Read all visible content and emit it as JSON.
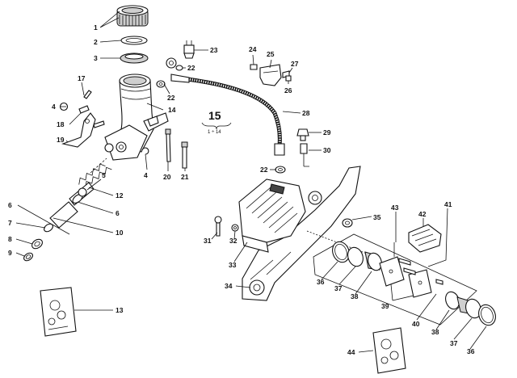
{
  "diagram": {
    "assembly_ref": {
      "number": "15",
      "range": "1 ÷ 14"
    },
    "callouts": [
      {
        "id": "c1",
        "label": "1"
      },
      {
        "id": "c2",
        "label": "2"
      },
      {
        "id": "c3",
        "label": "3"
      },
      {
        "id": "c4a",
        "label": "4"
      },
      {
        "id": "c4b",
        "label": "4"
      },
      {
        "id": "c5",
        "label": "5"
      },
      {
        "id": "c6a",
        "label": "6"
      },
      {
        "id": "c6b",
        "label": "6"
      },
      {
        "id": "c7",
        "label": "7"
      },
      {
        "id": "c8",
        "label": "8"
      },
      {
        "id": "c9",
        "label": "9"
      },
      {
        "id": "c10",
        "label": "10"
      },
      {
        "id": "c12",
        "label": "12"
      },
      {
        "id": "c13",
        "label": "13"
      },
      {
        "id": "c14",
        "label": "14"
      },
      {
        "id": "c17",
        "label": "17"
      },
      {
        "id": "c18",
        "label": "18"
      },
      {
        "id": "c19",
        "label": "19"
      },
      {
        "id": "c20",
        "label": "20"
      },
      {
        "id": "c21",
        "label": "21"
      },
      {
        "id": "c22a",
        "label": "22"
      },
      {
        "id": "c22b",
        "label": "22"
      },
      {
        "id": "c22c",
        "label": "22"
      },
      {
        "id": "c23",
        "label": "23"
      },
      {
        "id": "c24",
        "label": "24"
      },
      {
        "id": "c25",
        "label": "25"
      },
      {
        "id": "c26",
        "label": "26"
      },
      {
        "id": "c27",
        "label": "27"
      },
      {
        "id": "c28",
        "label": "28"
      },
      {
        "id": "c29",
        "label": "29"
      },
      {
        "id": "c30",
        "label": "30"
      },
      {
        "id": "c31",
        "label": "31"
      },
      {
        "id": "c32",
        "label": "32"
      },
      {
        "id": "c33",
        "label": "33"
      },
      {
        "id": "c34",
        "label": "34"
      },
      {
        "id": "c35",
        "label": "35"
      },
      {
        "id": "c36a",
        "label": "36"
      },
      {
        "id": "c36b",
        "label": "36"
      },
      {
        "id": "c37a",
        "label": "37"
      },
      {
        "id": "c37b",
        "label": "37"
      },
      {
        "id": "c38a",
        "label": "38"
      },
      {
        "id": "c38b",
        "label": "38"
      },
      {
        "id": "c39",
        "label": "39"
      },
      {
        "id": "c40",
        "label": "40"
      },
      {
        "id": "c41",
        "label": "41"
      },
      {
        "id": "c42",
        "label": "42"
      },
      {
        "id": "c43",
        "label": "43"
      },
      {
        "id": "c44",
        "label": "44"
      }
    ]
  }
}
